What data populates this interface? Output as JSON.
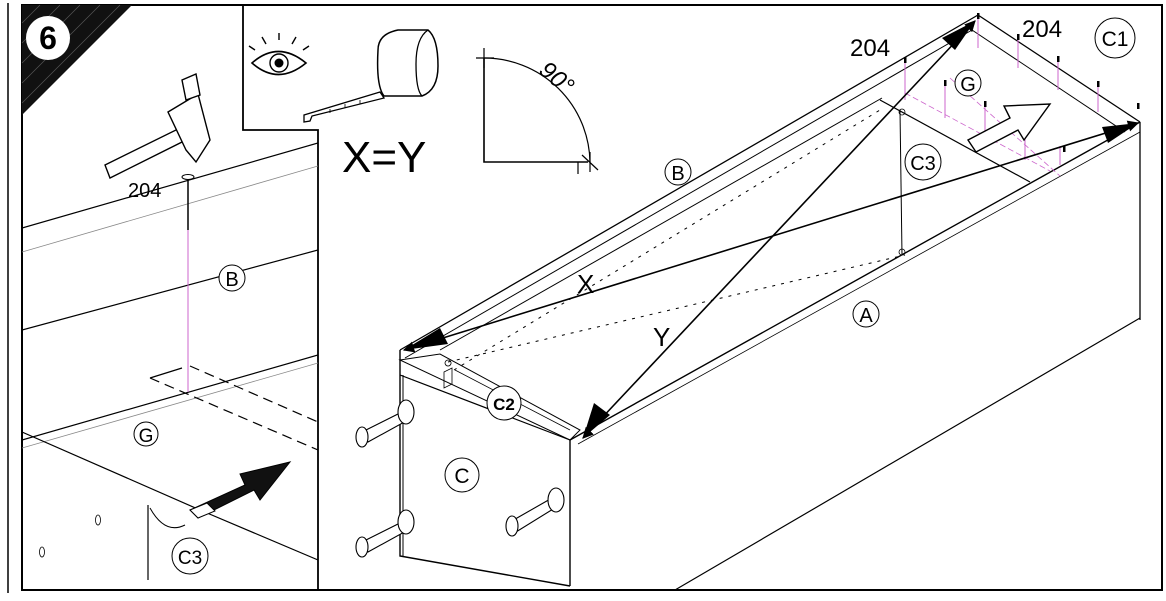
{
  "step": {
    "number": "6"
  },
  "labels": {
    "nail_code": "204",
    "panel_a": "A",
    "panel_b": "B",
    "panel_c": "C",
    "panel_c1": "C1",
    "panel_c2": "C2",
    "panel_c3": "C3",
    "panel_g": "G",
    "diag_x": "X",
    "diag_y": "Y"
  },
  "check": {
    "equation": "X=Y",
    "angle": "90°"
  },
  "icons": [
    "eye-icon",
    "tape-measure-icon",
    "hammer-icon",
    "right-angle-icon",
    "direction-arrow-icon"
  ],
  "colors": {
    "line": "#000000",
    "nail_guide": "#cc66cc",
    "badge_bg": "#111111",
    "badge_text": "#ffffff"
  }
}
